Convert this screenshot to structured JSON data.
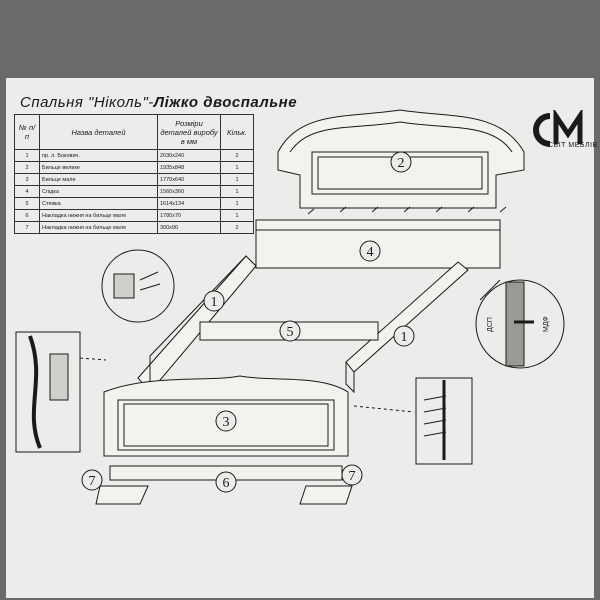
{
  "document": {
    "title_part1": "Спальня \"Ніколь\"-",
    "title_part2": "Ліжко двоспальне"
  },
  "logo": {
    "brand": "СВІТ МЕБЛІВ",
    "mark": "СМ"
  },
  "table": {
    "headers": {
      "num": "№ п/п",
      "name": "Назва деталей",
      "size": "Розміри деталей виробу в мм",
      "qty": "Кільк."
    },
    "rows": [
      {
        "n": "1",
        "name": "пр. л. Бокович.",
        "size": "2030x240",
        "qty": "2"
      },
      {
        "n": "2",
        "name": "Бильце велике",
        "size": "1935x848",
        "qty": "1"
      },
      {
        "n": "3",
        "name": "Бильце мале",
        "size": "1770x640",
        "qty": "1"
      },
      {
        "n": "4",
        "name": "Спідка",
        "size": "1560x360",
        "qty": "1"
      },
      {
        "n": "5",
        "name": "Стяжка",
        "size": "1614x134",
        "qty": "1"
      },
      {
        "n": "6",
        "name": "Накладка нижня на бильце мале",
        "size": "1780x70",
        "qty": "1"
      },
      {
        "n": "7",
        "name": "Накладка нижня на бильце мале",
        "size": "300x90",
        "qty": "2"
      }
    ]
  },
  "callouts": [
    "1",
    "1",
    "2",
    "3",
    "4",
    "5",
    "6",
    "7",
    "7"
  ],
  "detail_labels": {
    "chipboard": "ДСП",
    "mdf": "МДФ"
  },
  "colors": {
    "ink": "#1a1a1a",
    "paper": "#ececea",
    "background": "#6a6a6a"
  }
}
